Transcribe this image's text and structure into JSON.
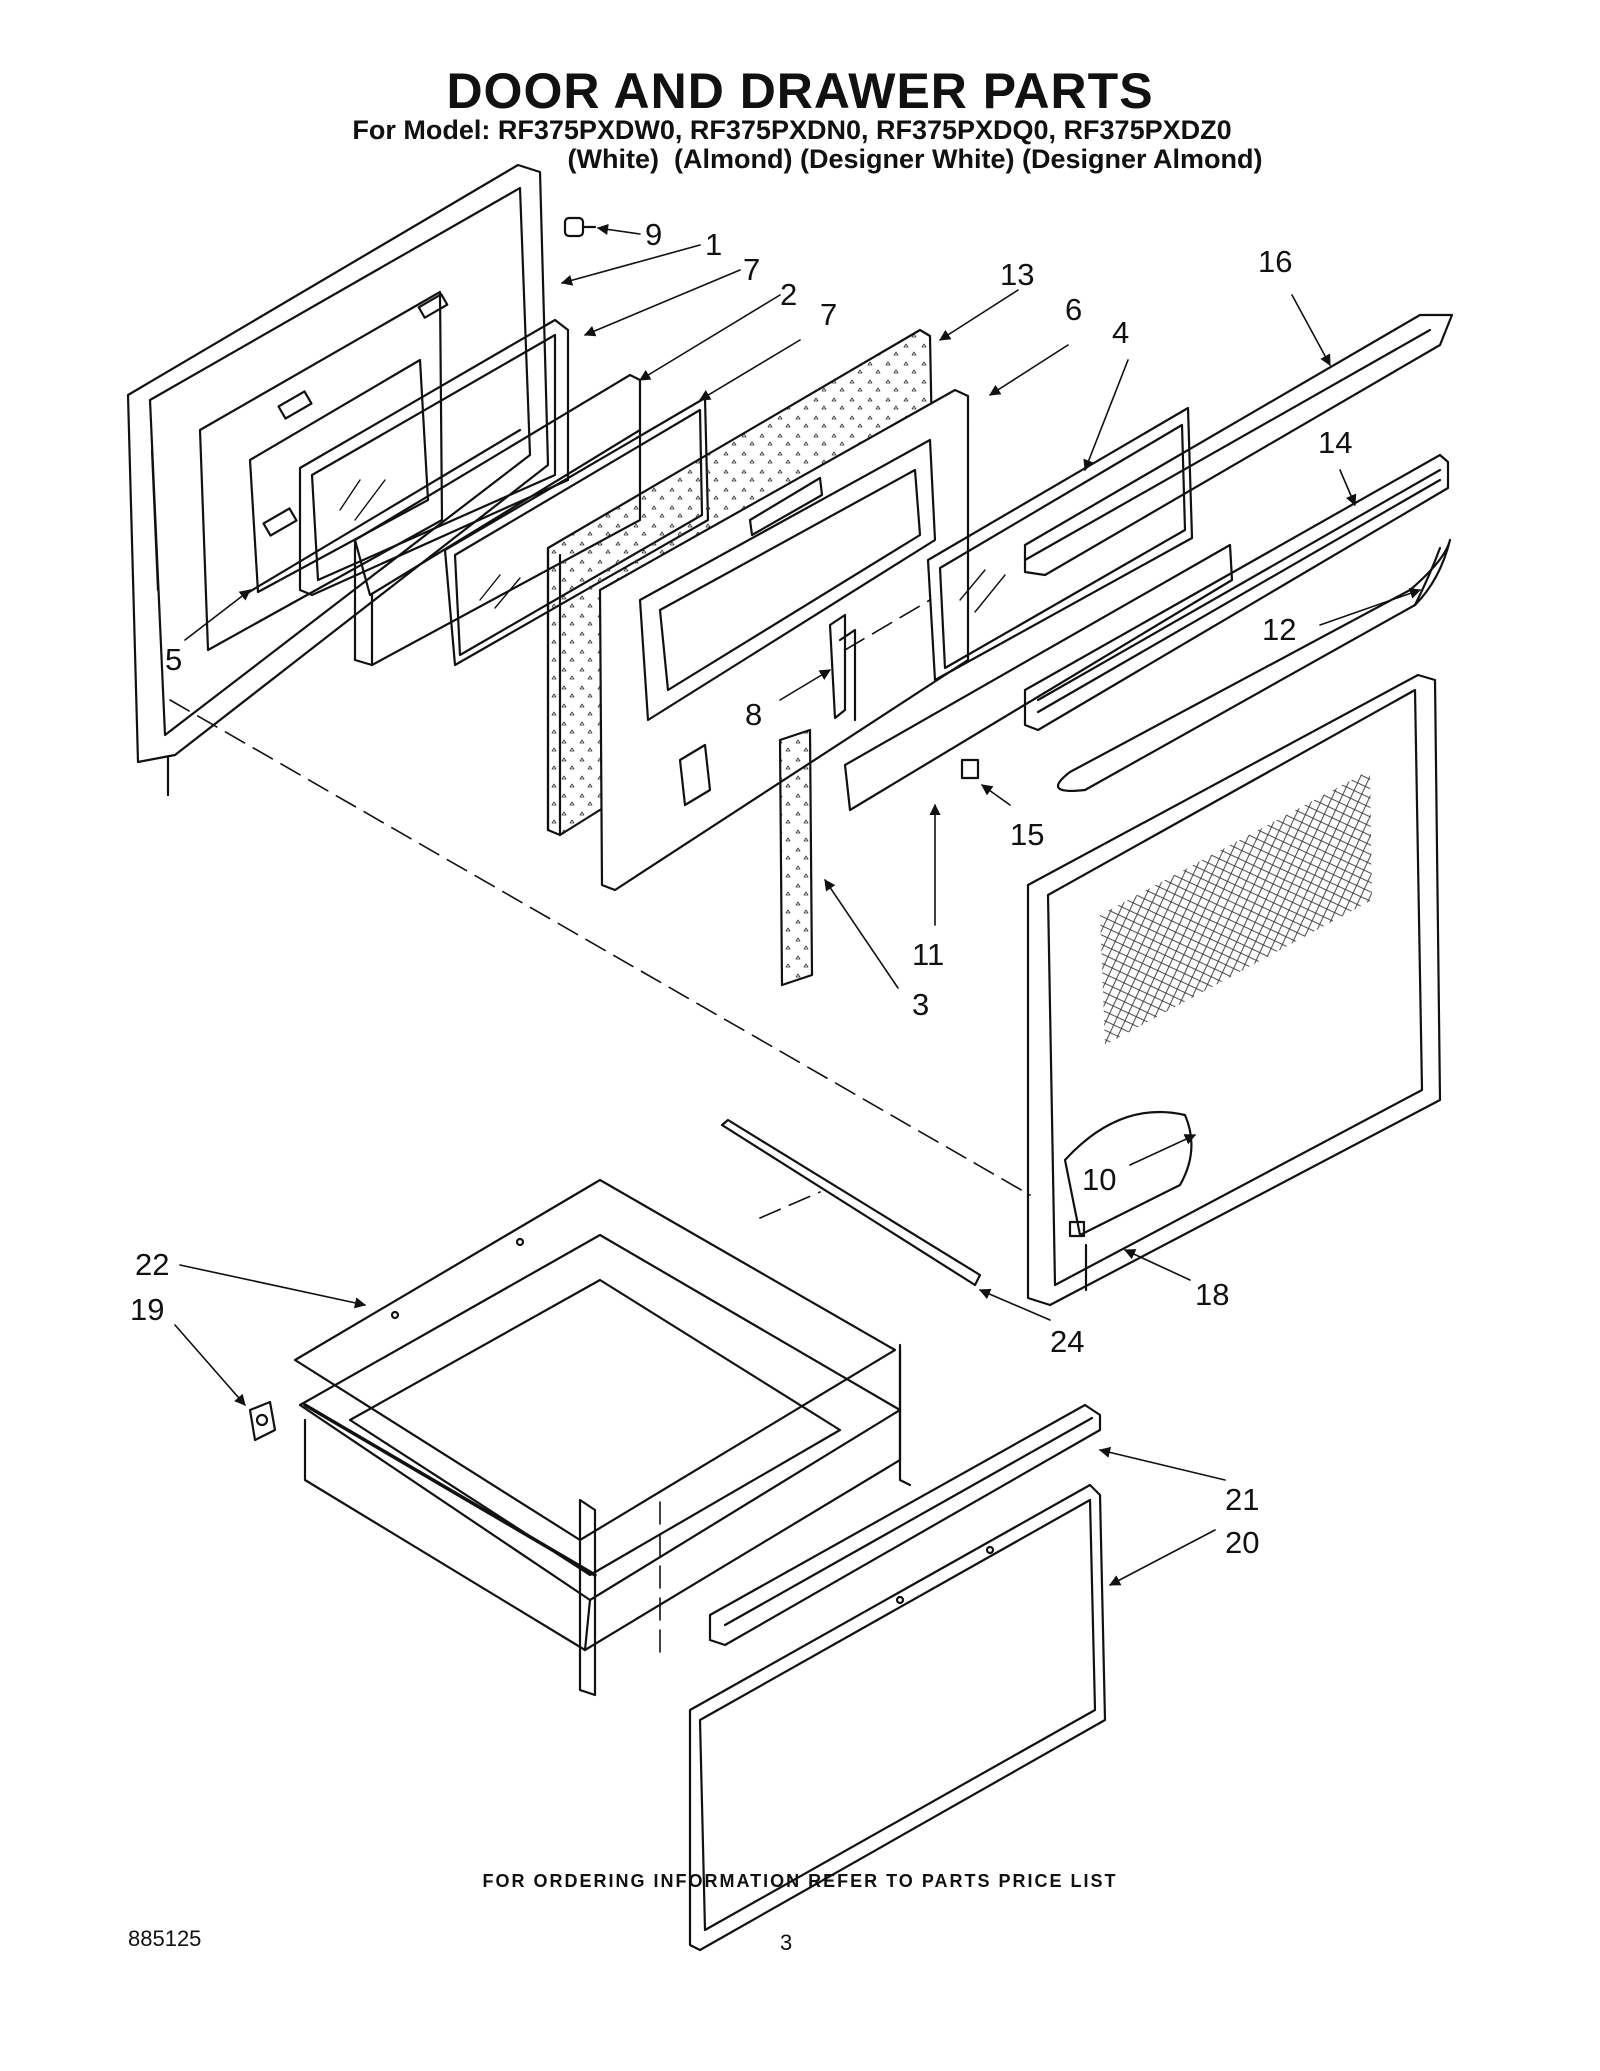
{
  "header": {
    "title": "DOOR AND DRAWER PARTS",
    "model_line": "For Model: RF375PXDW0, RF375PXDN0, RF375PXDQ0, RF375PXDZ0",
    "color_line": "(White)  (Almond) (Designer White) (Designer Almond)"
  },
  "callouts": [
    "9",
    "1",
    "7",
    "2",
    "7",
    "13",
    "6",
    "4",
    "16",
    "14",
    "12",
    "5",
    "8",
    "15",
    "11",
    "3",
    "10",
    "18",
    "22",
    "19",
    "24",
    "21",
    "20"
  ],
  "footer": {
    "note": "FOR ORDERING INFORMATION REFER TO PARTS PRICE LIST",
    "doc_number": "885125",
    "page_number": "3"
  }
}
